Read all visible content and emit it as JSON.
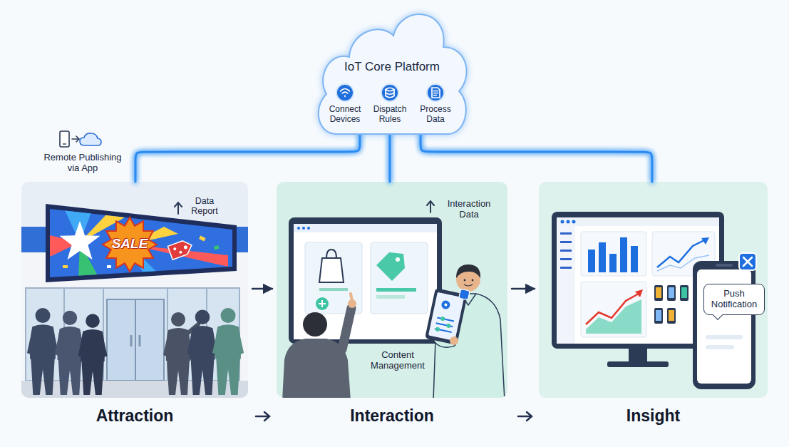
{
  "diagram": {
    "nodes": [
      {
        "text": [
          "IoT Core Platform"
        ]
      },
      {
        "text": [
          "Attraction"
        ]
      },
      {
        "text": [
          "Interaction"
        ]
      },
      {
        "text": [
          "Insight"
        ]
      },
      {
        "text": [
          "Push Notification"
        ],
        "in": 3
      }
    ],
    "edges": [
      {
        "from": 0,
        "to": 1,
        "arrow": "none"
      },
      {
        "from": 0,
        "to": 2,
        "arrow": "none"
      },
      {
        "from": 0,
        "to": 3,
        "arrow": "none"
      },
      {
        "from": 1,
        "to": 2,
        "arrow": "to"
      },
      {
        "from": 2,
        "to": 3,
        "arrow": "to"
      }
    ],
    "labels": [
      "Connect Devices",
      "Dispatch Rules",
      "Process Data",
      "Remote Publishing via App",
      "Data Report",
      "SALE",
      "Interaction Data",
      "Content Management"
    ]
  }
}
